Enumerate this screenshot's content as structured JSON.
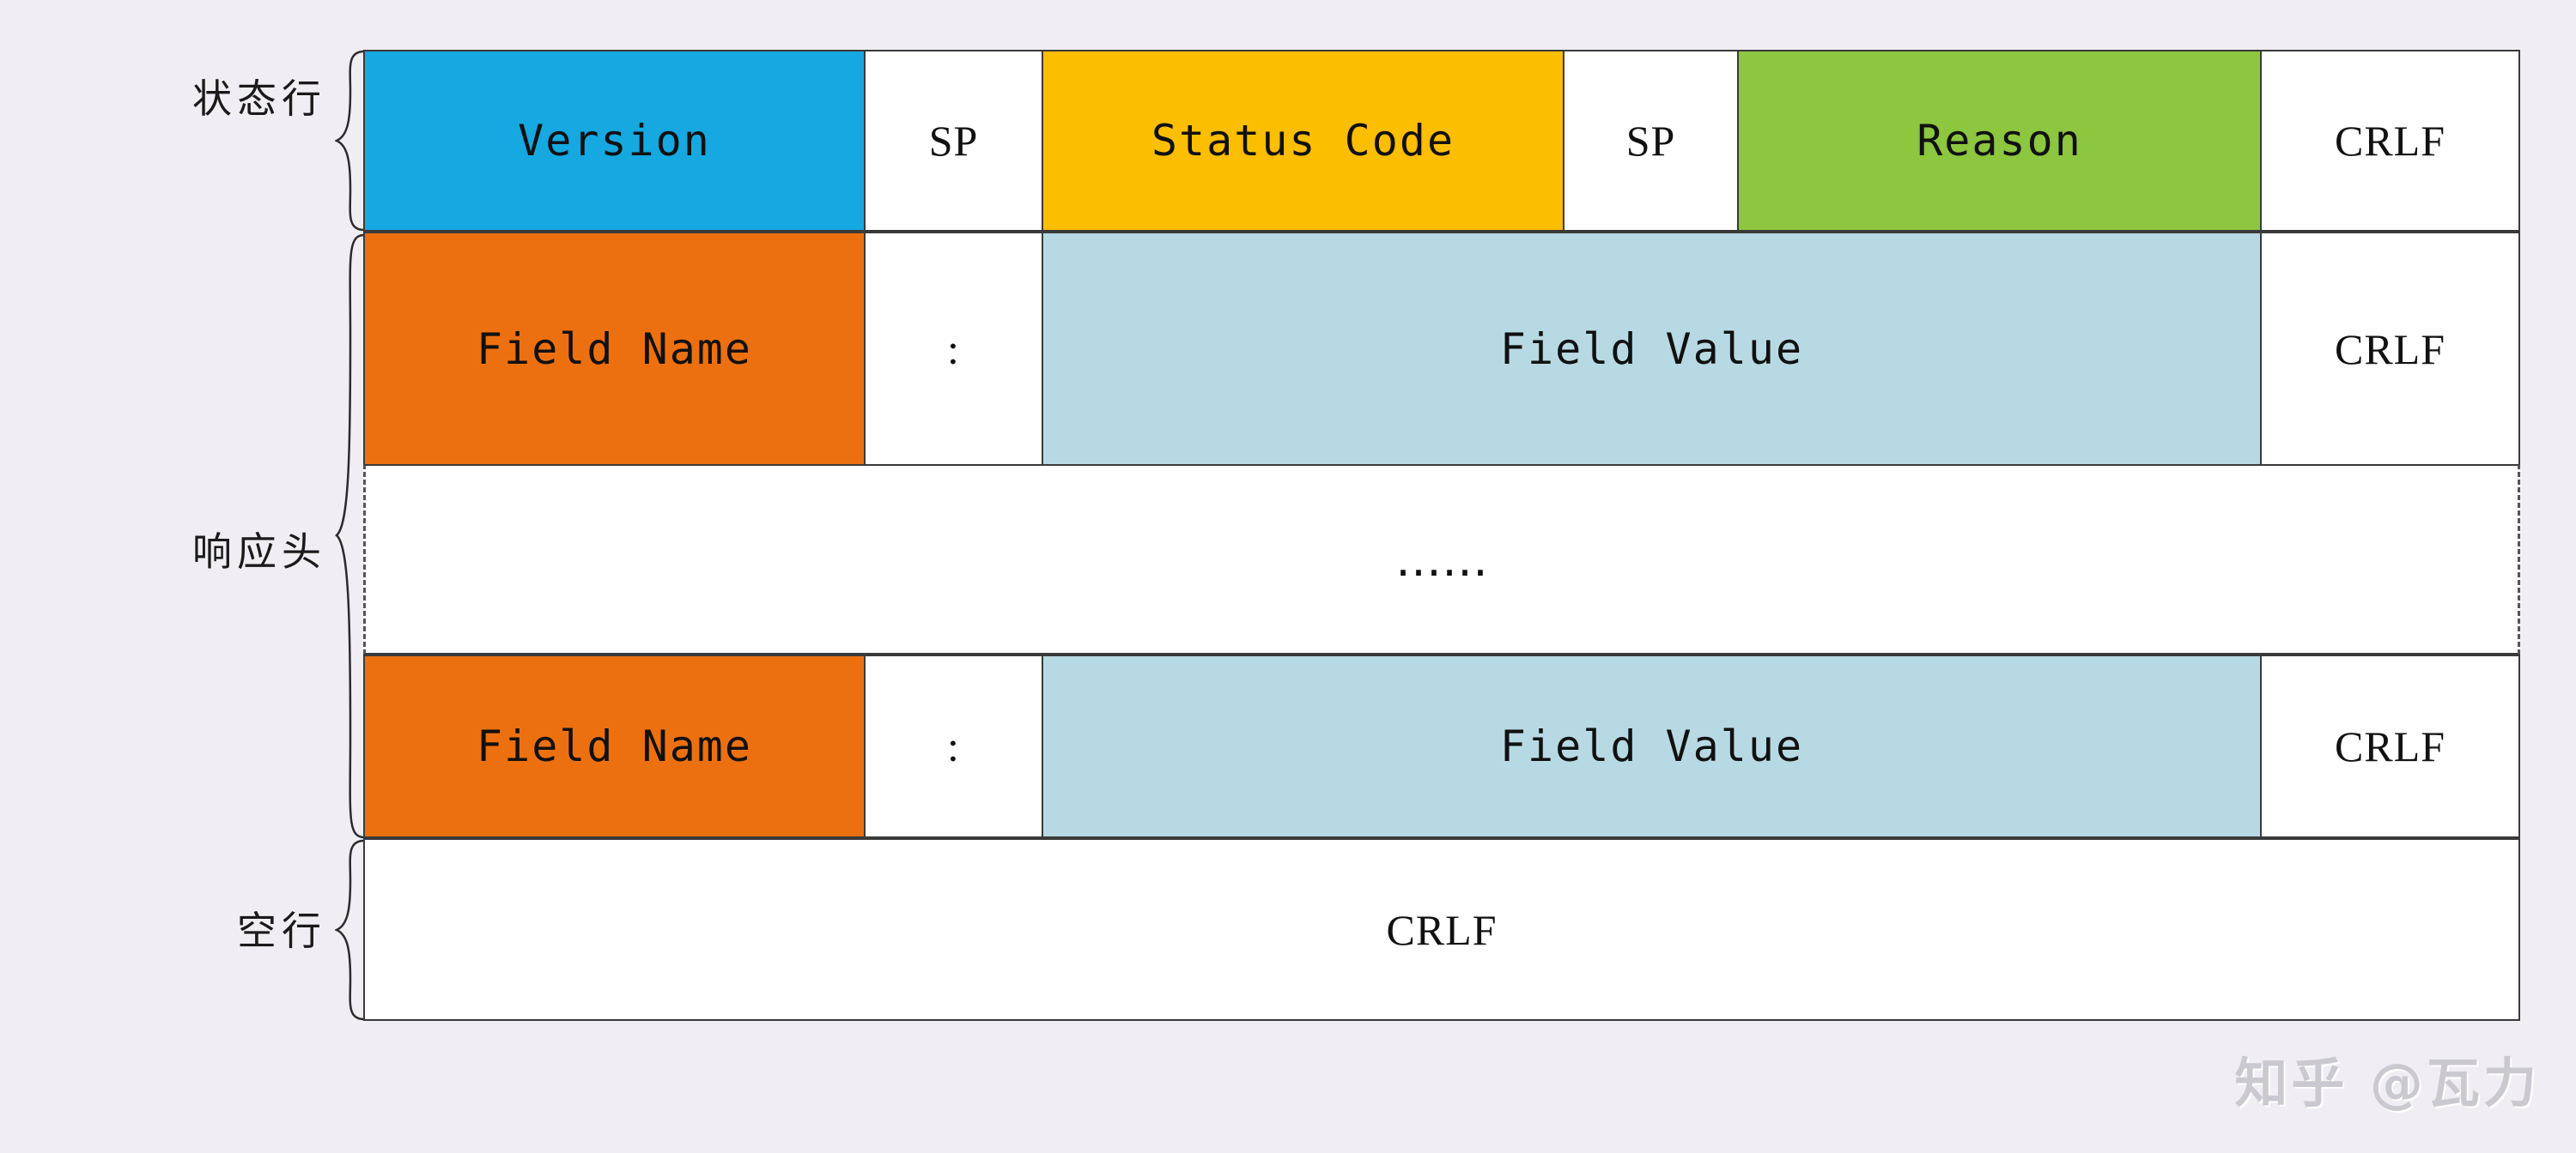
{
  "diagram": {
    "title_watermark": "知乎 @瓦力",
    "background_color": "#f0eef2",
    "border_color": "#3a3a3a"
  },
  "side_labels": [
    {
      "name": "status-line",
      "text": "状态行"
    },
    {
      "name": "response-headers",
      "text": "响应头"
    },
    {
      "name": "empty-line",
      "text": "空行"
    }
  ],
  "rows": {
    "status_line": {
      "cells": [
        {
          "label": "Version",
          "color": "#16a8e0",
          "name": "version"
        },
        {
          "label": "SP",
          "color": "#ffffff",
          "name": "sp-1"
        },
        {
          "label": "Status Code",
          "color": "#fcbe00",
          "name": "status-code"
        },
        {
          "label": "SP",
          "color": "#ffffff",
          "name": "sp-2"
        },
        {
          "label": "Reason",
          "color": "#8dc63f",
          "name": "reason"
        },
        {
          "label": "CRLF",
          "color": "#ffffff",
          "name": "crlf"
        }
      ]
    },
    "header_1": {
      "cells": [
        {
          "label": "Field Name",
          "color": "#ed7010",
          "name": "field-name"
        },
        {
          "label": ":",
          "color": "#ffffff",
          "name": "colon"
        },
        {
          "label": "Field Value",
          "color": "#b7d9e3",
          "name": "field-value"
        },
        {
          "label": "CRLF",
          "color": "#ffffff",
          "name": "crlf"
        }
      ]
    },
    "ellipsis": {
      "label": "……"
    },
    "header_2": {
      "cells": [
        {
          "label": "Field Name",
          "color": "#ed7010",
          "name": "field-name"
        },
        {
          "label": ":",
          "color": "#ffffff",
          "name": "colon"
        },
        {
          "label": "Field Value",
          "color": "#b7d9e3",
          "name": "field-value"
        },
        {
          "label": "CRLF",
          "color": "#ffffff",
          "name": "crlf"
        }
      ]
    },
    "blank_line": {
      "cells": [
        {
          "label": "CRLF",
          "color": "#ffffff",
          "name": "crlf-blank"
        }
      ]
    }
  }
}
